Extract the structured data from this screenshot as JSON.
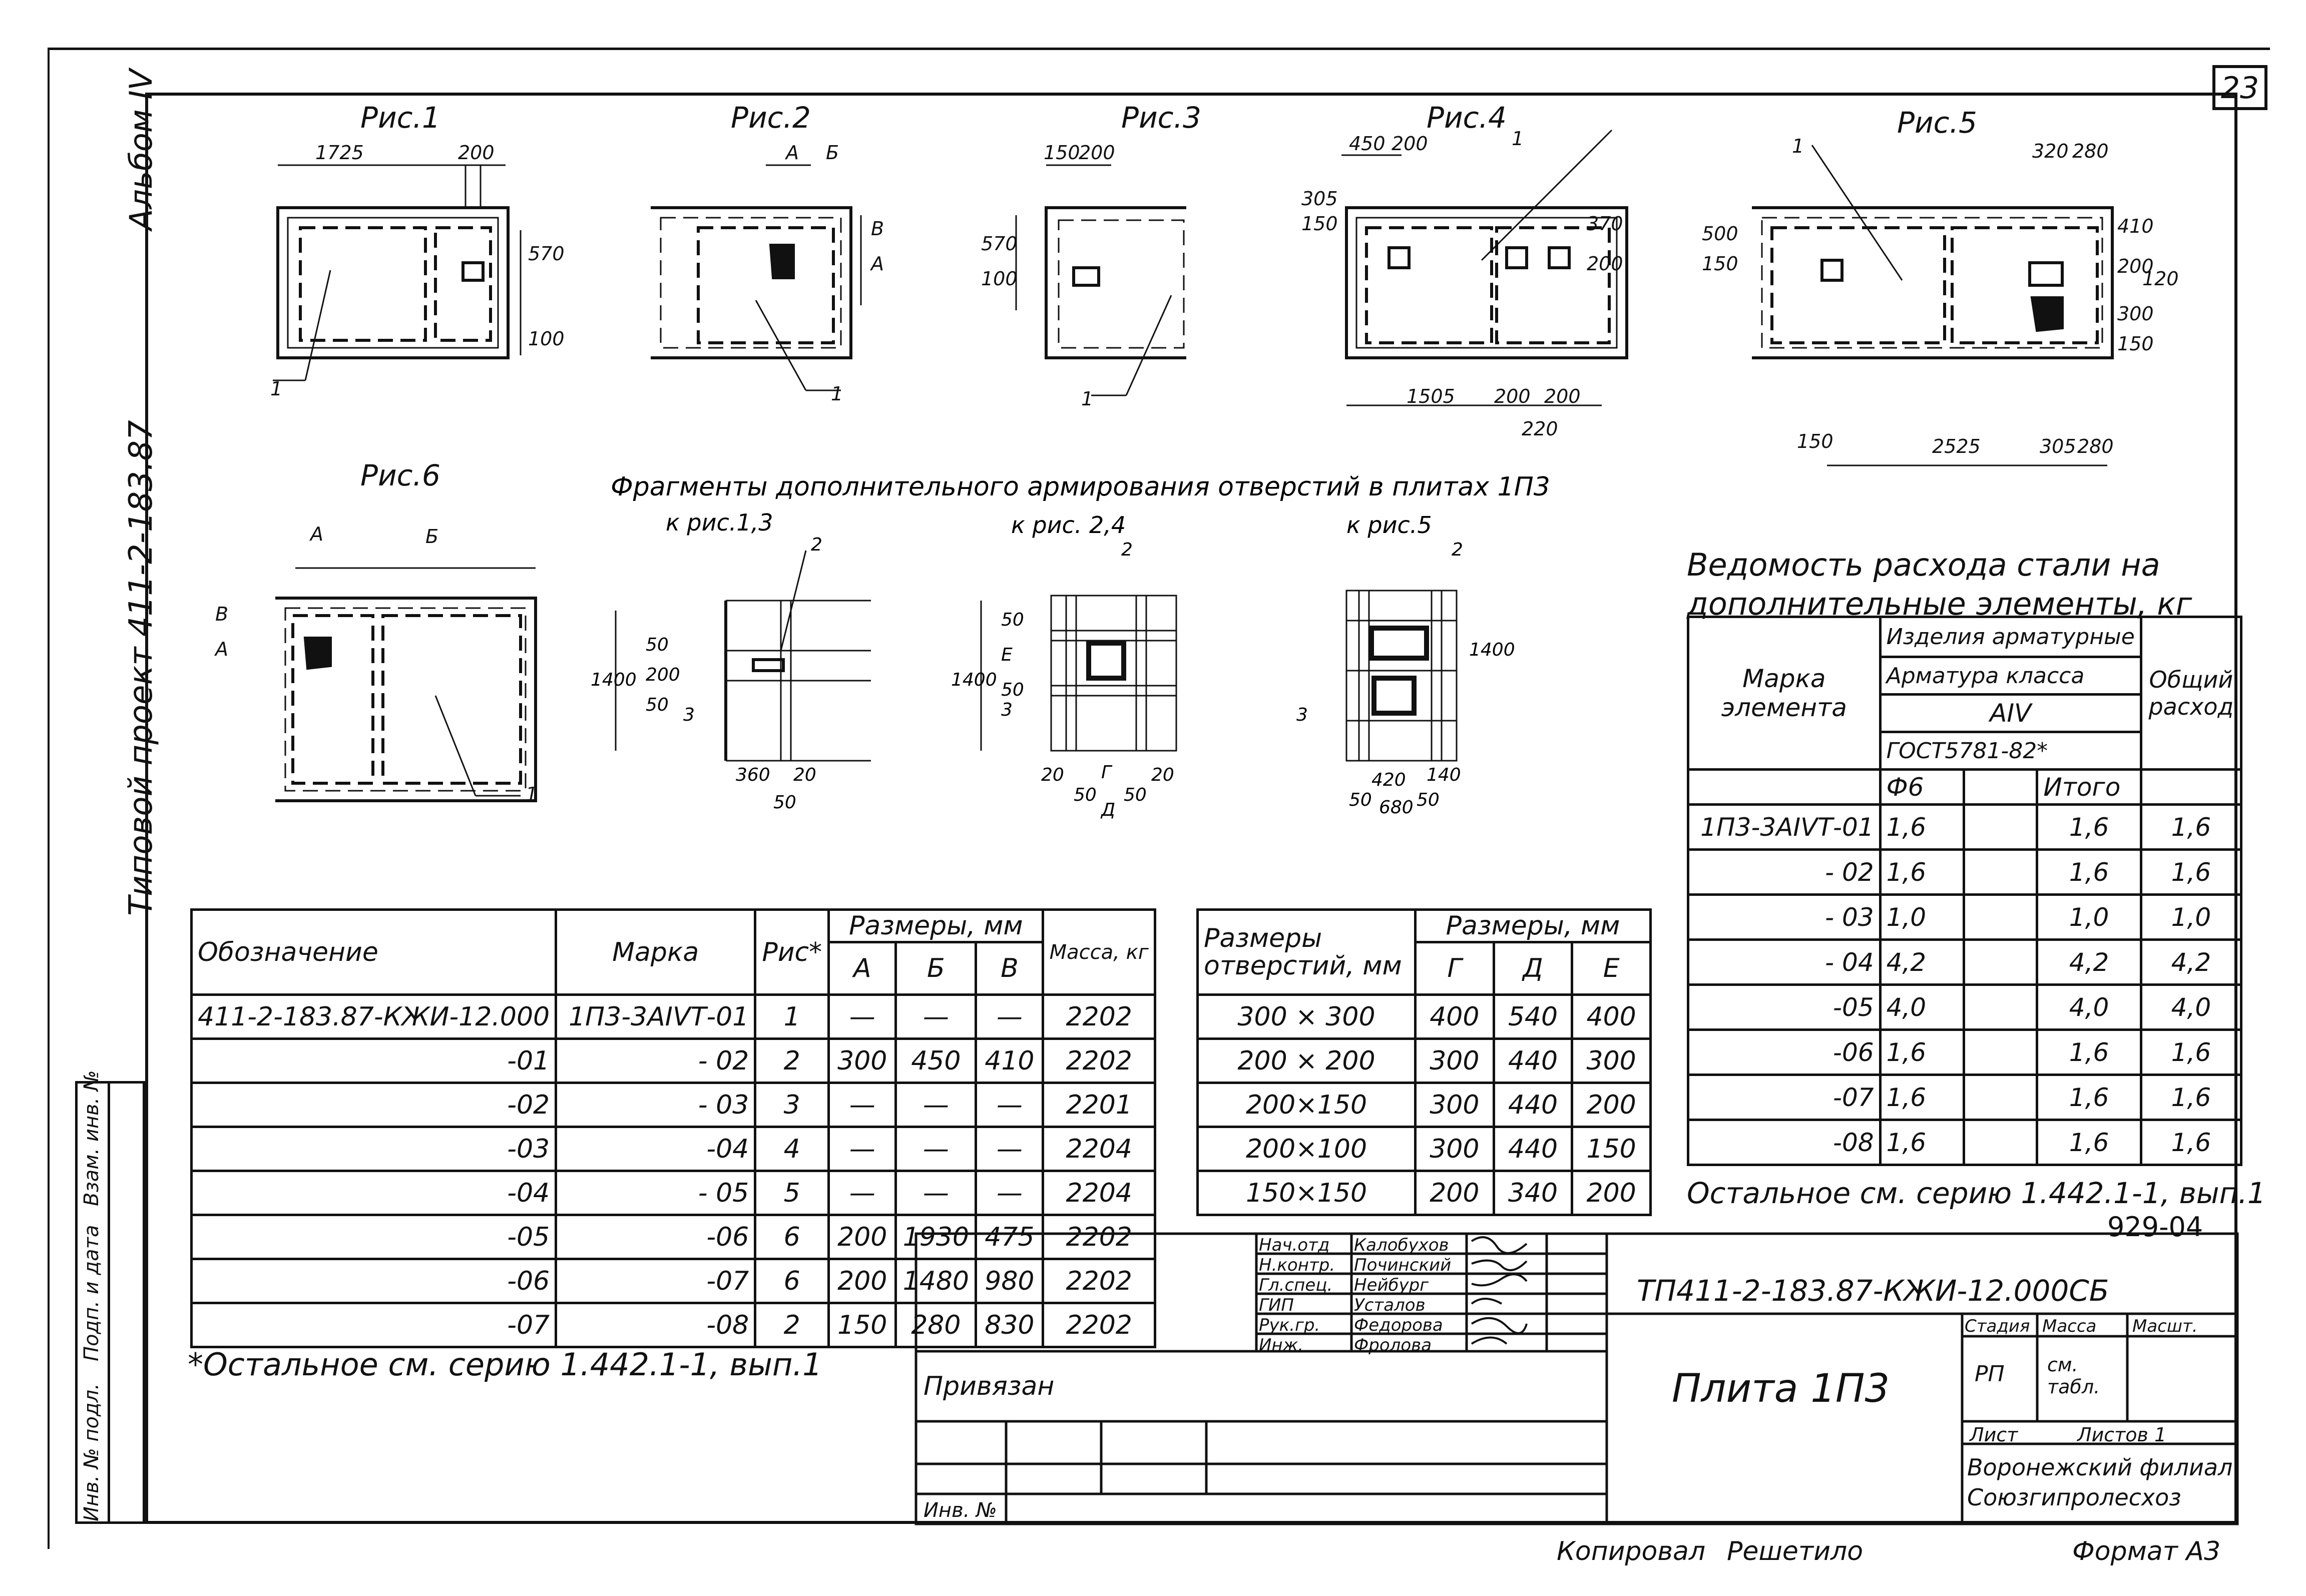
{
  "sheet_number": "23",
  "side_labels": {
    "album": "Альбом IV",
    "project": "Типовой проект 411-2-183.87"
  },
  "figures": {
    "fig1": {
      "title": "Рис.1",
      "dims": [
        "1725",
        "200",
        "570",
        "100"
      ],
      "callout": "1"
    },
    "fig2": {
      "title": "Рис.2",
      "dims": [
        "А",
        "Б",
        "А",
        "В"
      ],
      "callout": "1"
    },
    "fig3": {
      "title": "Рис.3",
      "dims": [
        "150",
        "200",
        "570",
        "100"
      ],
      "callout": "1"
    },
    "fig4": {
      "title": "Рис.4",
      "dims": [
        "450",
        "200",
        "150",
        "305",
        "200",
        "370",
        "1505",
        "200",
        "200",
        "220"
      ],
      "callout": "1"
    },
    "fig5": {
      "title": "Рис.5",
      "dims": [
        "320",
        "280",
        "150",
        "500",
        "200",
        "410",
        "120",
        "300",
        "150",
        "305",
        "280",
        "150",
        "2525"
      ],
      "callout": "1"
    },
    "fig6": {
      "title": "Рис.6",
      "dims": [
        "А",
        "Б",
        "А",
        "В"
      ],
      "callout": "1"
    }
  },
  "fragments": {
    "title": "Фрагменты дополнительного армирования отверстий в плитах 1П3",
    "frag1": {
      "label": "к рис.1,3",
      "dims": [
        "1400",
        "50",
        "200",
        "50",
        "360",
        "20",
        "50"
      ],
      "callouts": [
        "2",
        "3"
      ]
    },
    "frag2": {
      "label": "к рис. 2,4",
      "dims": [
        "1400",
        "50",
        "Е",
        "50",
        "20",
        "Г",
        "20",
        "50",
        "Д",
        "50"
      ],
      "callouts": [
        "2",
        "3"
      ]
    },
    "frag3": {
      "label": "к рис.5",
      "dims": [
        "1400",
        "420",
        "140",
        "50",
        "680",
        "50"
      ],
      "callouts": [
        "2",
        "3"
      ]
    }
  },
  "main_table": {
    "headers": {
      "designation": "Обозначение",
      "mark": "Марка",
      "fig": "Рис*",
      "sizes": "Размеры, мм",
      "a": "А",
      "b": "Б",
      "v": "В",
      "mass": "Масса, кг"
    },
    "rows": [
      {
        "designation": "411-2-183.87-КЖИ-12.000",
        "mark": "1П3-3АIVТ-01",
        "fig": "1",
        "a": "—",
        "b": "—",
        "v": "—",
        "mass": "2202"
      },
      {
        "designation": "-01",
        "mark": "- 02",
        "fig": "2",
        "a": "300",
        "b": "450",
        "v": "410",
        "mass": "2202"
      },
      {
        "designation": "-02",
        "mark": "- 03",
        "fig": "3",
        "a": "—",
        "b": "—",
        "v": "—",
        "mass": "2201"
      },
      {
        "designation": "-03",
        "mark": "-04",
        "fig": "4",
        "a": "—",
        "b": "—",
        "v": "—",
        "mass": "2204"
      },
      {
        "designation": "-04",
        "mark": "- 05",
        "fig": "5",
        "a": "—",
        "b": "—",
        "v": "—",
        "mass": "2204"
      },
      {
        "designation": "-05",
        "mark": "-06",
        "fig": "6",
        "a": "200",
        "b": "1930",
        "v": "475",
        "mass": "2202"
      },
      {
        "designation": "-06",
        "mark": "-07",
        "fig": "6",
        "a": "200",
        "b": "1480",
        "v": "980",
        "mass": "2202"
      },
      {
        "designation": "-07",
        "mark": "-08",
        "fig": "2",
        "a": "150",
        "b": "280",
        "v": "830",
        "mass": "2202"
      }
    ],
    "note": "*Остальное см. серию 1.442.1-1, вып.1"
  },
  "holes_table": {
    "headers": {
      "size": "Размеры отверстий, мм",
      "dims": "Размеры, мм",
      "g": "Г",
      "d": "Д",
      "e": "Е"
    },
    "rows": [
      {
        "size": "300 × 300",
        "g": "400",
        "d": "540",
        "e": "400"
      },
      {
        "size": "200 × 200",
        "g": "300",
        "d": "440",
        "e": "300"
      },
      {
        "size": "200×150",
        "g": "300",
        "d": "440",
        "e": "200"
      },
      {
        "size": "200×100",
        "g": "300",
        "d": "440",
        "e": "150"
      },
      {
        "size": "150×150",
        "g": "200",
        "d": "340",
        "e": "200"
      }
    ]
  },
  "steel_table": {
    "title": "Ведомость расхода стали на дополнительные элементы, кг",
    "headers": {
      "mark": "Марка элемента",
      "items": "Изделия арматурные",
      "class": "Арматура класса",
      "class_val": "АIV",
      "gost": "ГОСТ5781-82*",
      "d6": "Ф6",
      "total": "Итого",
      "overall": "Общий расход"
    },
    "rows": [
      {
        "mark": "1П3-3АIVТ-01",
        "d6": "1,6",
        "total": "1,6",
        "overall": "1,6"
      },
      {
        "mark": "- 02",
        "d6": "1,6",
        "total": "1,6",
        "overall": "1,6"
      },
      {
        "mark": "- 03",
        "d6": "1,0",
        "total": "1,0",
        "overall": "1,0"
      },
      {
        "mark": "- 04",
        "d6": "4,2",
        "total": "4,2",
        "overall": "4,2"
      },
      {
        "mark": "-05",
        "d6": "4,0",
        "total": "4,0",
        "overall": "4,0"
      },
      {
        "mark": "-06",
        "d6": "1,6",
        "total": "1,6",
        "overall": "1,6"
      },
      {
        "mark": "-07",
        "d6": "1,6",
        "total": "1,6",
        "overall": "1,6"
      },
      {
        "mark": "-08",
        "d6": "1,6",
        "total": "1,6",
        "overall": "1,6"
      }
    ],
    "note": "Остальное см. серию 1.442.1-1, вып.1",
    "code": "929-04"
  },
  "stamp": {
    "roles": [
      {
        "role": "Нач.отд",
        "name": "Калобухов"
      },
      {
        "role": "Н.контр.",
        "name": "Починский"
      },
      {
        "role": "Гл.спец.",
        "name": "Нейбург"
      },
      {
        "role": "ГИП",
        "name": "Усталов"
      },
      {
        "role": "Рук.гр.",
        "name": "Федорова"
      },
      {
        "role": "Инж.",
        "name": "Фролова"
      }
    ],
    "doc_code": "ТП411-2-183.87-КЖИ-12.000СБ",
    "title": "Плита 1П3",
    "stage_label": "Стадия",
    "mass_label": "Масса",
    "scale_label": "Масшт.",
    "stage": "РП",
    "mass": "см. табл.",
    "sheet_label": "Лист",
    "sheets_label": "Листов 1",
    "org_line1": "Воронежский филиал",
    "org_line2": "Союзгипролесхоз",
    "attached": "Привязан",
    "inv": "Инв. №"
  },
  "left_stamp": {
    "labels": [
      "Инв. № подл.",
      "Подп. и дата",
      "Взам. инв. №"
    ]
  },
  "footer": {
    "copied": "Копировал",
    "copier": "Решетило",
    "format": "Формат А3"
  }
}
